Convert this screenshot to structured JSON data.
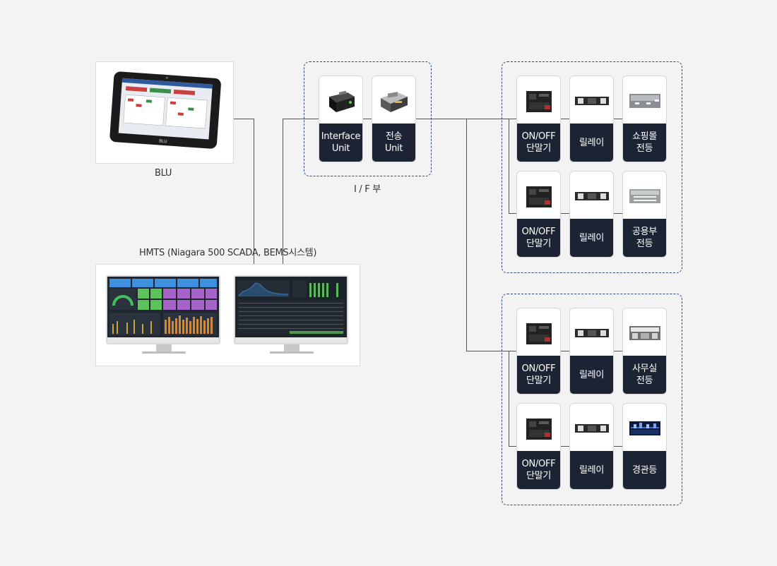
{
  "blu": {
    "caption": "BLU",
    "tablet_brand": "BLU"
  },
  "if_section": {
    "caption": "I / F 부",
    "cards": [
      {
        "label": "Interface\nUnit",
        "icon": "interface-unit-icon"
      },
      {
        "label": "전송\nUnit",
        "icon": "transmission-unit-icon"
      }
    ]
  },
  "hmts": {
    "caption": "HMTS (Niagara 500 SCADA, BEMS시스템)"
  },
  "group1": {
    "rows": [
      [
        {
          "label": "ON/OFF\n단말기"
        },
        {
          "label": "릴레이"
        },
        {
          "label": "쇼핑몰\n전등"
        }
      ],
      [
        {
          "label": "ON/OFF\n단말기"
        },
        {
          "label": "릴레이"
        },
        {
          "label": "공용부\n전등"
        }
      ]
    ]
  },
  "group2": {
    "rows": [
      [
        {
          "label": "ON/OFF\n단말기"
        },
        {
          "label": "릴레이"
        },
        {
          "label": "사무실\n전등"
        }
      ],
      [
        {
          "label": "ON/OFF\n단말기"
        },
        {
          "label": "릴레이"
        },
        {
          "label": "경관등"
        }
      ]
    ]
  },
  "colors": {
    "card_label_bg": "#1c2434",
    "group_border": "#2e4a7a",
    "background": "#f3f3f3"
  }
}
